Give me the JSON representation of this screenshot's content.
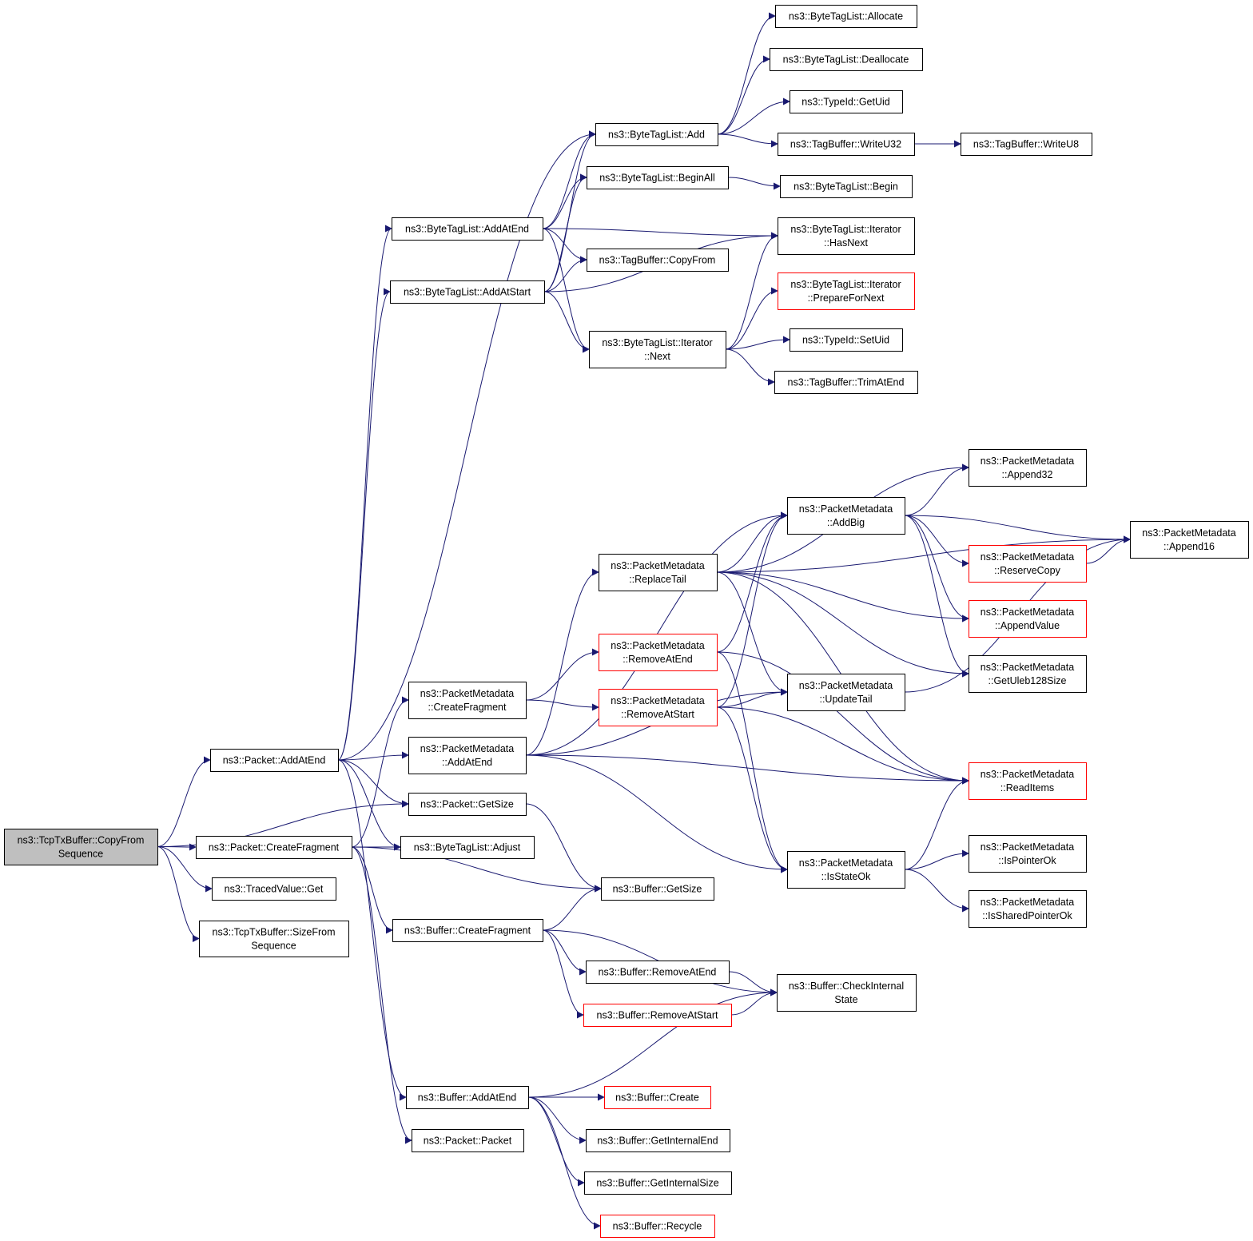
{
  "colors": {
    "edge": "#191970",
    "box_border": "#000000",
    "box_border_truncated": "#ff0000",
    "root_fill": "#bfbfbf",
    "box_fill": "#ffffff"
  },
  "nodes": [
    {
      "id": "root",
      "lines": [
        "ns3::TcpTxBuffer::CopyFrom",
        "Sequence"
      ],
      "root": true
    },
    {
      "id": "pkt_addatend",
      "lines": [
        "ns3::Packet::AddAtEnd"
      ]
    },
    {
      "id": "pkt_createfragment",
      "lines": [
        "ns3::Packet::CreateFragment"
      ]
    },
    {
      "id": "tracedvalue_get",
      "lines": [
        "ns3::TracedValue::Get"
      ]
    },
    {
      "id": "sizefromseq",
      "lines": [
        "ns3::TcpTxBuffer::SizeFrom",
        "Sequence"
      ]
    },
    {
      "id": "btl_addatend",
      "lines": [
        "ns3::ByteTagList::AddAtEnd"
      ]
    },
    {
      "id": "btl_addatstart",
      "lines": [
        "ns3::ByteTagList::AddAtStart"
      ]
    },
    {
      "id": "pm_createfragment",
      "lines": [
        "ns3::PacketMetadata",
        "::CreateFragment"
      ]
    },
    {
      "id": "pm_addatend",
      "lines": [
        "ns3::PacketMetadata",
        "::AddAtEnd"
      ]
    },
    {
      "id": "pkt_getsize",
      "lines": [
        "ns3::Packet::GetSize"
      ]
    },
    {
      "id": "btl_adjust",
      "lines": [
        "ns3::ByteTagList::Adjust"
      ]
    },
    {
      "id": "buf_createfragment",
      "lines": [
        "ns3::Buffer::CreateFragment"
      ]
    },
    {
      "id": "buf_addatend",
      "lines": [
        "ns3::Buffer::AddAtEnd"
      ]
    },
    {
      "id": "pkt_packet",
      "lines": [
        "ns3::Packet::Packet"
      ]
    },
    {
      "id": "btl_add",
      "lines": [
        "ns3::ByteTagList::Add"
      ]
    },
    {
      "id": "btl_beginall",
      "lines": [
        "ns3::ByteTagList::BeginAll"
      ]
    },
    {
      "id": "tb_copyfrom",
      "lines": [
        "ns3::TagBuffer::CopyFrom"
      ]
    },
    {
      "id": "btli_next",
      "lines": [
        "ns3::ByteTagList::Iterator",
        "::Next"
      ]
    },
    {
      "id": "pm_replacetail",
      "lines": [
        "ns3::PacketMetadata",
        "::ReplaceTail"
      ]
    },
    {
      "id": "pm_removeatend",
      "lines": [
        "ns3::PacketMetadata",
        "::RemoveAtEnd"
      ],
      "truncated": true
    },
    {
      "id": "pm_removeatstart",
      "lines": [
        "ns3::PacketMetadata",
        "::RemoveAtStart"
      ],
      "truncated": true
    },
    {
      "id": "buf_getsize",
      "lines": [
        "ns3::Buffer::GetSize"
      ]
    },
    {
      "id": "buf_removeatend",
      "lines": [
        "ns3::Buffer::RemoveAtEnd"
      ]
    },
    {
      "id": "buf_removeatstart",
      "lines": [
        "ns3::Buffer::RemoveAtStart"
      ],
      "truncated": true
    },
    {
      "id": "buf_create",
      "lines": [
        "ns3::Buffer::Create"
      ],
      "truncated": true
    },
    {
      "id": "buf_getinternalend",
      "lines": [
        "ns3::Buffer::GetInternalEnd"
      ]
    },
    {
      "id": "buf_getinternalsize",
      "lines": [
        "ns3::Buffer::GetInternalSize"
      ]
    },
    {
      "id": "buf_recycle",
      "lines": [
        "ns3::Buffer::Recycle"
      ],
      "truncated": true
    },
    {
      "id": "btl_allocate",
      "lines": [
        "ns3::ByteTagList::Allocate"
      ]
    },
    {
      "id": "btl_deallocate",
      "lines": [
        "ns3::ByteTagList::Deallocate"
      ]
    },
    {
      "id": "typeid_getuid",
      "lines": [
        "ns3::TypeId::GetUid"
      ]
    },
    {
      "id": "tb_writeu32",
      "lines": [
        "ns3::TagBuffer::WriteU32"
      ]
    },
    {
      "id": "btl_begin",
      "lines": [
        "ns3::ByteTagList::Begin"
      ]
    },
    {
      "id": "btli_hasnext",
      "lines": [
        "ns3::ByteTagList::Iterator",
        "::HasNext"
      ]
    },
    {
      "id": "btli_preparefornext",
      "lines": [
        "ns3::ByteTagList::Iterator",
        "::PrepareForNext"
      ],
      "truncated": true
    },
    {
      "id": "typeid_setuid",
      "lines": [
        "ns3::TypeId::SetUid"
      ]
    },
    {
      "id": "tb_trimatend",
      "lines": [
        "ns3::TagBuffer::TrimAtEnd"
      ]
    },
    {
      "id": "pm_addbig",
      "lines": [
        "ns3::PacketMetadata",
        "::AddBig"
      ]
    },
    {
      "id": "pm_updatetail",
      "lines": [
        "ns3::PacketMetadata",
        "::UpdateTail"
      ]
    },
    {
      "id": "pm_isstateok",
      "lines": [
        "ns3::PacketMetadata",
        "::IsStateOk"
      ]
    },
    {
      "id": "buf_checkinternalstate",
      "lines": [
        "ns3::Buffer::CheckInternal",
        "State"
      ]
    },
    {
      "id": "tb_writeu8",
      "lines": [
        "ns3::TagBuffer::WriteU8"
      ]
    },
    {
      "id": "pm_append32",
      "lines": [
        "ns3::PacketMetadata",
        "::Append32"
      ]
    },
    {
      "id": "pm_reservecopy",
      "lines": [
        "ns3::PacketMetadata",
        "::ReserveCopy"
      ],
      "truncated": true
    },
    {
      "id": "pm_appendvalue",
      "lines": [
        "ns3::PacketMetadata",
        "::AppendValue"
      ],
      "truncated": true
    },
    {
      "id": "pm_getuleb128size",
      "lines": [
        "ns3::PacketMetadata",
        "::GetUleb128Size"
      ]
    },
    {
      "id": "pm_readitems",
      "lines": [
        "ns3::PacketMetadata",
        "::ReadItems"
      ],
      "truncated": true
    },
    {
      "id": "pm_ispointerok",
      "lines": [
        "ns3::PacketMetadata",
        "::IsPointerOk"
      ]
    },
    {
      "id": "pm_issharedpointerok",
      "lines": [
        "ns3::PacketMetadata",
        "::IsSharedPointerOk"
      ]
    },
    {
      "id": "pm_append16",
      "lines": [
        "ns3::PacketMetadata",
        "::Append16"
      ]
    }
  ],
  "edges": [
    [
      "root",
      "pkt_addatend"
    ],
    [
      "root",
      "pkt_getsize"
    ],
    [
      "root",
      "pkt_createfragment"
    ],
    [
      "root",
      "tracedvalue_get"
    ],
    [
      "root",
      "sizefromseq"
    ],
    [
      "pkt_addatend",
      "btl_add"
    ],
    [
      "pkt_addatend",
      "btl_addatend"
    ],
    [
      "pkt_addatend",
      "btl_addatstart"
    ],
    [
      "pkt_addatend",
      "pm_addatend"
    ],
    [
      "pkt_addatend",
      "pkt_getsize"
    ],
    [
      "pkt_addatend",
      "btl_adjust"
    ],
    [
      "pkt_addatend",
      "buf_addatend"
    ],
    [
      "pkt_createfragment",
      "pm_createfragment"
    ],
    [
      "pkt_createfragment",
      "btl_adjust"
    ],
    [
      "pkt_createfragment",
      "buf_getsize"
    ],
    [
      "pkt_createfragment",
      "buf_createfragment"
    ],
    [
      "pkt_createfragment",
      "pkt_packet"
    ],
    [
      "btl_addatend",
      "btl_add"
    ],
    [
      "btl_addatend",
      "btl_beginall"
    ],
    [
      "btl_addatend",
      "btli_hasnext"
    ],
    [
      "btl_addatend",
      "tb_copyfrom"
    ],
    [
      "btl_addatend",
      "btli_next"
    ],
    [
      "btl_addatstart",
      "btl_add"
    ],
    [
      "btl_addatstart",
      "btl_beginall"
    ],
    [
      "btl_addatstart",
      "tb_copyfrom"
    ],
    [
      "btl_addatstart",
      "btli_hasnext"
    ],
    [
      "btl_addatstart",
      "btli_next"
    ],
    [
      "btl_add",
      "btl_allocate"
    ],
    [
      "btl_add",
      "btl_deallocate"
    ],
    [
      "btl_add",
      "typeid_getuid"
    ],
    [
      "btl_add",
      "tb_writeu32"
    ],
    [
      "tb_writeu32",
      "tb_writeu8"
    ],
    [
      "btl_beginall",
      "btl_begin"
    ],
    [
      "btli_next",
      "btli_hasnext"
    ],
    [
      "btli_next",
      "btli_preparefornext"
    ],
    [
      "btli_next",
      "typeid_setuid"
    ],
    [
      "btli_next",
      "tb_trimatend"
    ],
    [
      "pm_createfragment",
      "pm_removeatend"
    ],
    [
      "pm_createfragment",
      "pm_removeatstart"
    ],
    [
      "pm_addatend",
      "pm_replacetail"
    ],
    [
      "pm_addatend",
      "pm_addbig"
    ],
    [
      "pm_addatend",
      "pm_updatetail"
    ],
    [
      "pm_addatend",
      "pm_readitems"
    ],
    [
      "pm_addatend",
      "pm_isstateok"
    ],
    [
      "pm_replacetail",
      "pm_addbig"
    ],
    [
      "pm_replacetail",
      "pm_append32"
    ],
    [
      "pm_replacetail",
      "pm_append16"
    ],
    [
      "pm_replacetail",
      "pm_appendvalue"
    ],
    [
      "pm_replacetail",
      "pm_getuleb128size"
    ],
    [
      "pm_replacetail",
      "pm_updatetail"
    ],
    [
      "pm_replacetail",
      "pm_readitems"
    ],
    [
      "pm_removeatend",
      "pm_addbig"
    ],
    [
      "pm_removeatend",
      "pm_readitems"
    ],
    [
      "pm_removeatend",
      "pm_isstateok"
    ],
    [
      "pm_removeatstart",
      "pm_addbig"
    ],
    [
      "pm_removeatstart",
      "pm_updatetail"
    ],
    [
      "pm_removeatstart",
      "pm_readitems"
    ],
    [
      "pm_removeatstart",
      "pm_isstateok"
    ],
    [
      "pm_addbig",
      "pm_append32"
    ],
    [
      "pm_addbig",
      "pm_append16"
    ],
    [
      "pm_addbig",
      "pm_reservecopy"
    ],
    [
      "pm_addbig",
      "pm_appendvalue"
    ],
    [
      "pm_addbig",
      "pm_getuleb128size"
    ],
    [
      "pm_reservecopy",
      "pm_append16"
    ],
    [
      "pm_updatetail",
      "pm_append16"
    ],
    [
      "pm_isstateok",
      "pm_readitems"
    ],
    [
      "pm_isstateok",
      "pm_ispointerok"
    ],
    [
      "pm_isstateok",
      "pm_issharedpointerok"
    ],
    [
      "pkt_getsize",
      "buf_getsize"
    ],
    [
      "buf_createfragment",
      "buf_getsize"
    ],
    [
      "buf_createfragment",
      "buf_checkinternalstate"
    ],
    [
      "buf_createfragment",
      "buf_removeatend"
    ],
    [
      "buf_createfragment",
      "buf_removeatstart"
    ],
    [
      "buf_removeatend",
      "buf_checkinternalstate"
    ],
    [
      "buf_removeatstart",
      "buf_checkinternalstate"
    ],
    [
      "buf_addatend",
      "buf_checkinternalstate"
    ],
    [
      "buf_addatend",
      "buf_create"
    ],
    [
      "buf_addatend",
      "buf_getinternalend"
    ],
    [
      "buf_addatend",
      "buf_getinternalsize"
    ],
    [
      "buf_addatend",
      "buf_recycle"
    ]
  ]
}
